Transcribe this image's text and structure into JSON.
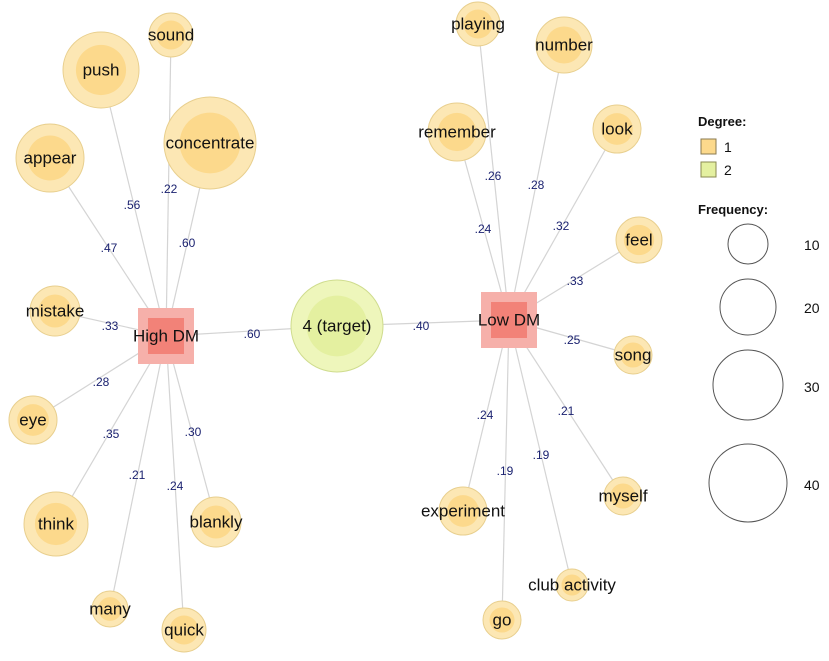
{
  "colors": {
    "degree1_outer": "#fce7b4",
    "degree1_inner": "#fcd98c",
    "degree1_stroke": "#e8cf8e",
    "degree2_outer": "#eef6bb",
    "degree2_inner": "#e4f0a0",
    "degree2_stroke": "#cfdc8e",
    "hub_outer": "#f6b0aa",
    "hub_inner": "#f28278",
    "edge": "#d4d4d4",
    "edge_label": "#1b2270",
    "legend_circle": "#555555"
  },
  "hubs": [
    {
      "id": "high",
      "label": "High DM"
    },
    {
      "id": "low",
      "label": "Low DM"
    }
  ],
  "target": {
    "id": "target",
    "label": "4 (target)",
    "degree": 2
  },
  "nodes": [
    {
      "id": "sound",
      "label": "sound",
      "degree": 1
    },
    {
      "id": "push",
      "label": "push",
      "degree": 1
    },
    {
      "id": "concentrate",
      "label": "concentrate",
      "degree": 1
    },
    {
      "id": "appear",
      "label": "appear",
      "degree": 1
    },
    {
      "id": "mistake",
      "label": "mistake",
      "degree": 1
    },
    {
      "id": "eye",
      "label": "eye",
      "degree": 1
    },
    {
      "id": "think",
      "label": "think",
      "degree": 1
    },
    {
      "id": "many",
      "label": "many",
      "degree": 1
    },
    {
      "id": "quick",
      "label": "quick",
      "degree": 1
    },
    {
      "id": "blankly",
      "label": "blankly",
      "degree": 1
    },
    {
      "id": "playing",
      "label": "playing",
      "degree": 1
    },
    {
      "id": "number",
      "label": "number",
      "degree": 1
    },
    {
      "id": "remember",
      "label": "remember",
      "degree": 1
    },
    {
      "id": "look",
      "label": "look",
      "degree": 1
    },
    {
      "id": "feel",
      "label": "feel",
      "degree": 1
    },
    {
      "id": "song",
      "label": "song",
      "degree": 1
    },
    {
      "id": "myself",
      "label": "myself",
      "degree": 1
    },
    {
      "id": "club",
      "label": "club activity",
      "degree": 1
    },
    {
      "id": "go",
      "label": "go",
      "degree": 1
    },
    {
      "id": "experiment",
      "label": "experiment",
      "degree": 1
    }
  ],
  "edges": [
    {
      "from": "high",
      "to": "push",
      "weight": ".56"
    },
    {
      "from": "high",
      "to": "sound",
      "weight": ".22"
    },
    {
      "from": "high",
      "to": "concentrate",
      "weight": ".60"
    },
    {
      "from": "high",
      "to": "appear",
      "weight": ".47"
    },
    {
      "from": "high",
      "to": "mistake",
      "weight": ".33"
    },
    {
      "from": "high",
      "to": "eye",
      "weight": ".28"
    },
    {
      "from": "high",
      "to": "think",
      "weight": ".35"
    },
    {
      "from": "high",
      "to": "many",
      "weight": ".21"
    },
    {
      "from": "high",
      "to": "quick",
      "weight": ".24"
    },
    {
      "from": "high",
      "to": "blankly",
      "weight": ".30"
    },
    {
      "from": "high",
      "to": "target",
      "weight": ".60"
    },
    {
      "from": "target",
      "to": "low",
      "weight": ".40"
    },
    {
      "from": "low",
      "to": "playing",
      "weight": ".26"
    },
    {
      "from": "low",
      "to": "number",
      "weight": ".28"
    },
    {
      "from": "low",
      "to": "remember",
      "weight": ".24"
    },
    {
      "from": "low",
      "to": "look",
      "weight": ".32"
    },
    {
      "from": "low",
      "to": "feel",
      "weight": ".33"
    },
    {
      "from": "low",
      "to": "song",
      "weight": ".25"
    },
    {
      "from": "low",
      "to": "myself",
      "weight": ".21"
    },
    {
      "from": "low",
      "to": "club",
      "weight": ".19"
    },
    {
      "from": "low",
      "to": "go",
      "weight": ".19"
    },
    {
      "from": "low",
      "to": "experiment",
      "weight": ".24"
    }
  ],
  "legend": {
    "degree_title": "Degree:",
    "degree_items": [
      {
        "label": "1",
        "degree": 1
      },
      {
        "label": "2",
        "degree": 2
      }
    ],
    "frequency_title": "Frequency:",
    "frequency_items": [
      {
        "label": "10",
        "value": 10
      },
      {
        "label": "20",
        "value": 20
      },
      {
        "label": "30",
        "value": 30
      },
      {
        "label": "40",
        "value": 40
      }
    ]
  }
}
